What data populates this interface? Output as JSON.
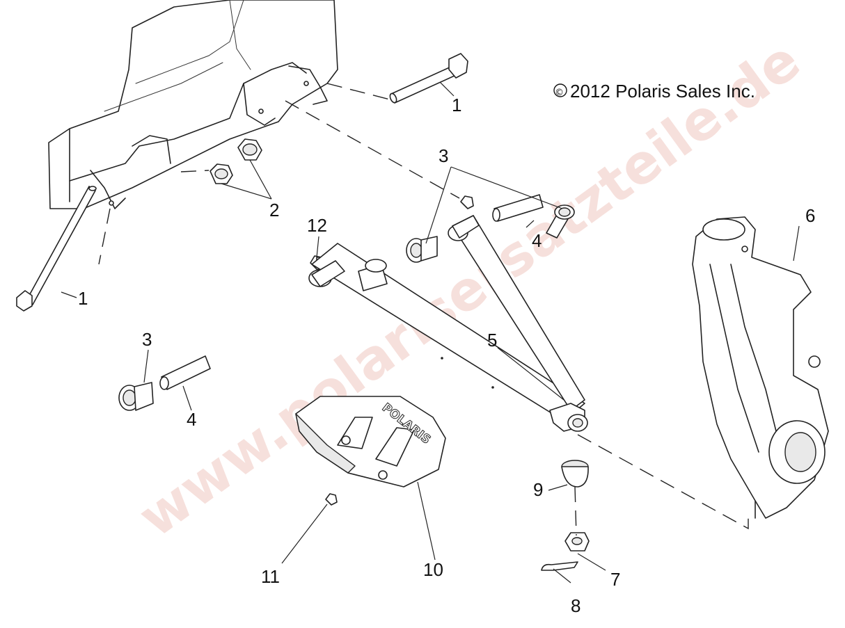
{
  "copyright": {
    "symbol": "©",
    "text": "2012 Polaris Sales Inc."
  },
  "watermark": "www.polarisersatzteile.de",
  "logo_text": "POLARIS",
  "callouts": {
    "c1_top": "1",
    "c1_left": "1",
    "c2": "2",
    "c3_top": "3",
    "c3_left": "3",
    "c4_right": "4",
    "c4_left": "4",
    "c5": "5",
    "c6": "6",
    "c7": "7",
    "c8": "8",
    "c9": "9",
    "c10": "10",
    "c11": "11",
    "c12": "12"
  }
}
